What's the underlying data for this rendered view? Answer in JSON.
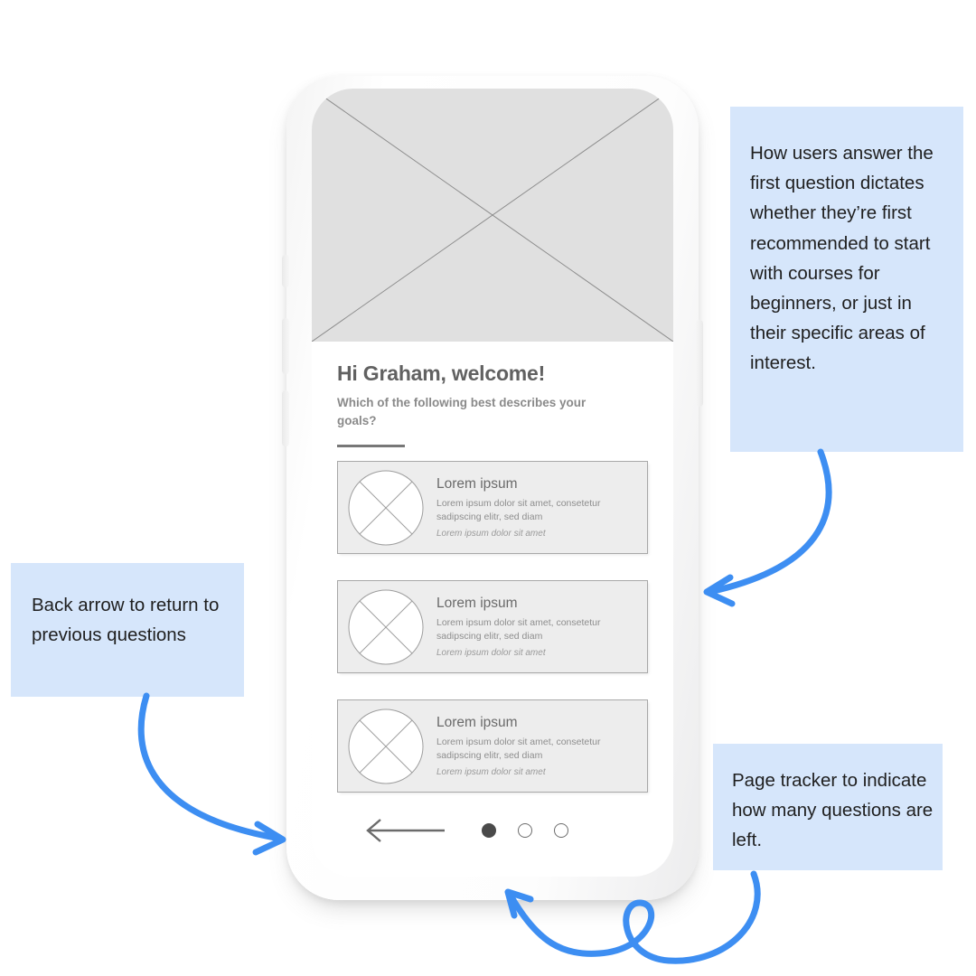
{
  "phone": {
    "hero_image": "placeholder-image-with-x",
    "screen": {
      "greeting": "Hi Graham, welcome!",
      "question": "Which of the following best describes your goals?",
      "options": [
        {
          "title": "Lorem ipsum",
          "body": "Lorem ipsum dolor sit amet, consetetur sadipscing elitr, sed diam",
          "caption": "Lorem ipsum dolor sit amet",
          "thumb_icon": "placeholder-circle-with-x"
        },
        {
          "title": "Lorem ipsum",
          "body": "Lorem ipsum dolor sit amet, consetetur sadipscing elitr, sed diam",
          "caption": "Lorem ipsum dolor sit amet",
          "thumb_icon": "placeholder-circle-with-x"
        },
        {
          "title": "Lorem ipsum",
          "body": "Lorem ipsum dolor sit amet, consetetur sadipscing elitr, sed diam",
          "caption": "Lorem ipsum dolor sit amet",
          "thumb_icon": "placeholder-circle-with-x"
        }
      ],
      "bottom_nav": {
        "back_icon": "long-arrow-left-icon",
        "page_tracker": {
          "total": 3,
          "current": 1,
          "dots": [
            "active",
            "inactive",
            "inactive"
          ]
        }
      }
    },
    "hardware": {
      "buttons": [
        "mute-switch",
        "volume-up-button",
        "volume-down-button",
        "power-button"
      ]
    }
  },
  "annotations": [
    {
      "id": "recommendation",
      "text": "How users answer the first question dictates whether they’re first recommended to start with courses for beginners, or just in their specific areas of interest.",
      "arrow_icon": "curved-arrow-down-left-icon"
    },
    {
      "id": "back-arrow",
      "text": "Back arrow to return to previous questions",
      "arrow_icon": "curved-arrow-down-right-icon"
    },
    {
      "id": "page-tracker",
      "text": "Page tracker to indicate how many questions are left.",
      "arrow_icon": "looping-arrow-up-left-icon"
    }
  ],
  "colors": {
    "annotation_background": "#d6e6fb",
    "arrow_blue": "#3d8ef2",
    "card_background": "#ededed",
    "card_border": "#a8a8a8",
    "hero_placeholder": "#e0e0e0",
    "phone_body": "#f6f6f6",
    "heading_text": "#616161",
    "active_dot": "#4a4a4a"
  }
}
